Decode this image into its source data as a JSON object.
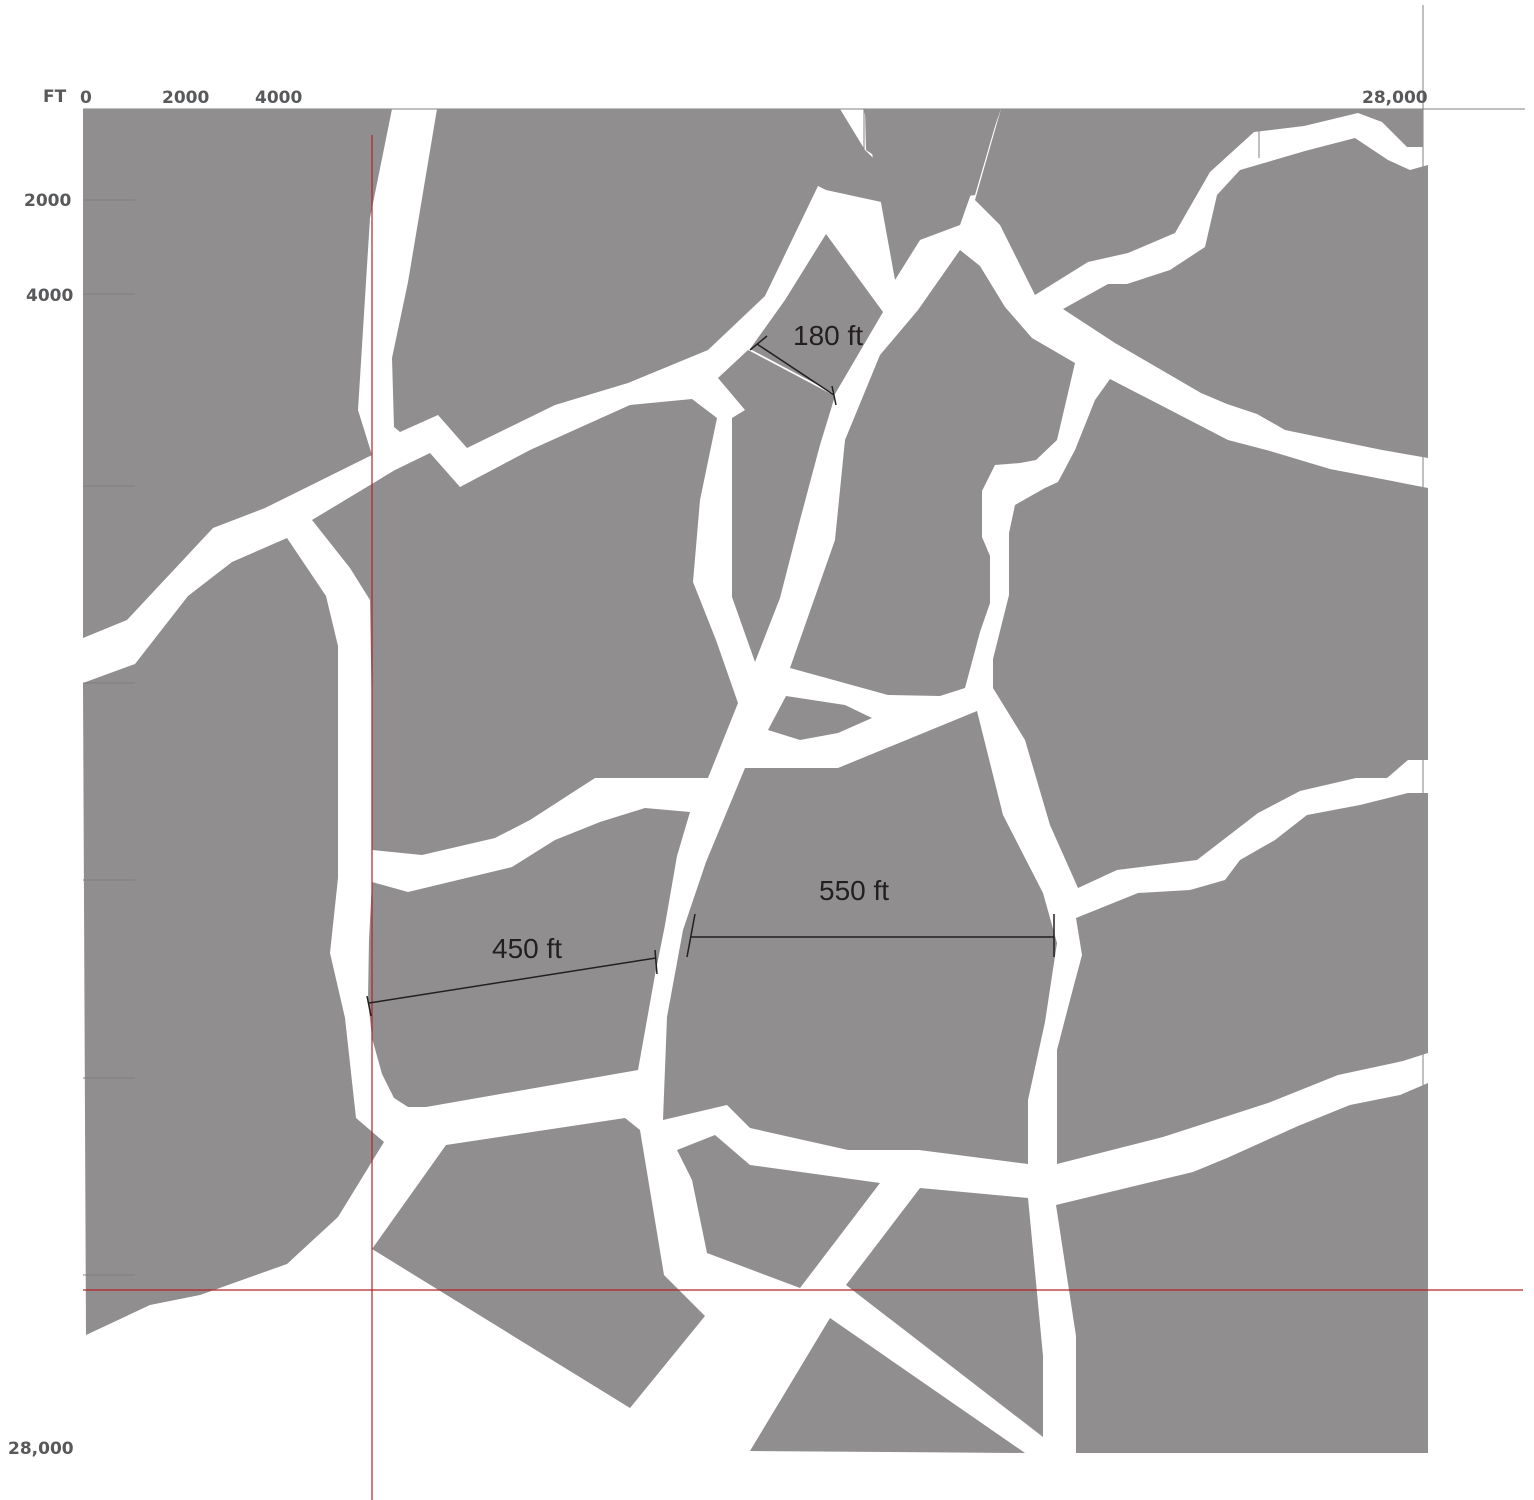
{
  "units_label": "FT",
  "x_axis": {
    "labels": [
      "0",
      "2000",
      "4000",
      "28,000"
    ]
  },
  "y_axis": {
    "labels": [
      "2000",
      "4000",
      "28,000"
    ]
  },
  "dimensions": [
    {
      "label": "180 ft"
    },
    {
      "label": "450 ft"
    },
    {
      "label": "550 ft"
    }
  ],
  "colors": {
    "blocks": "#908e8f",
    "streets": "#ffffff",
    "guide_lines": "#b3232a",
    "axis_text": "#58595b",
    "dimension_lines": "#231f20"
  }
}
